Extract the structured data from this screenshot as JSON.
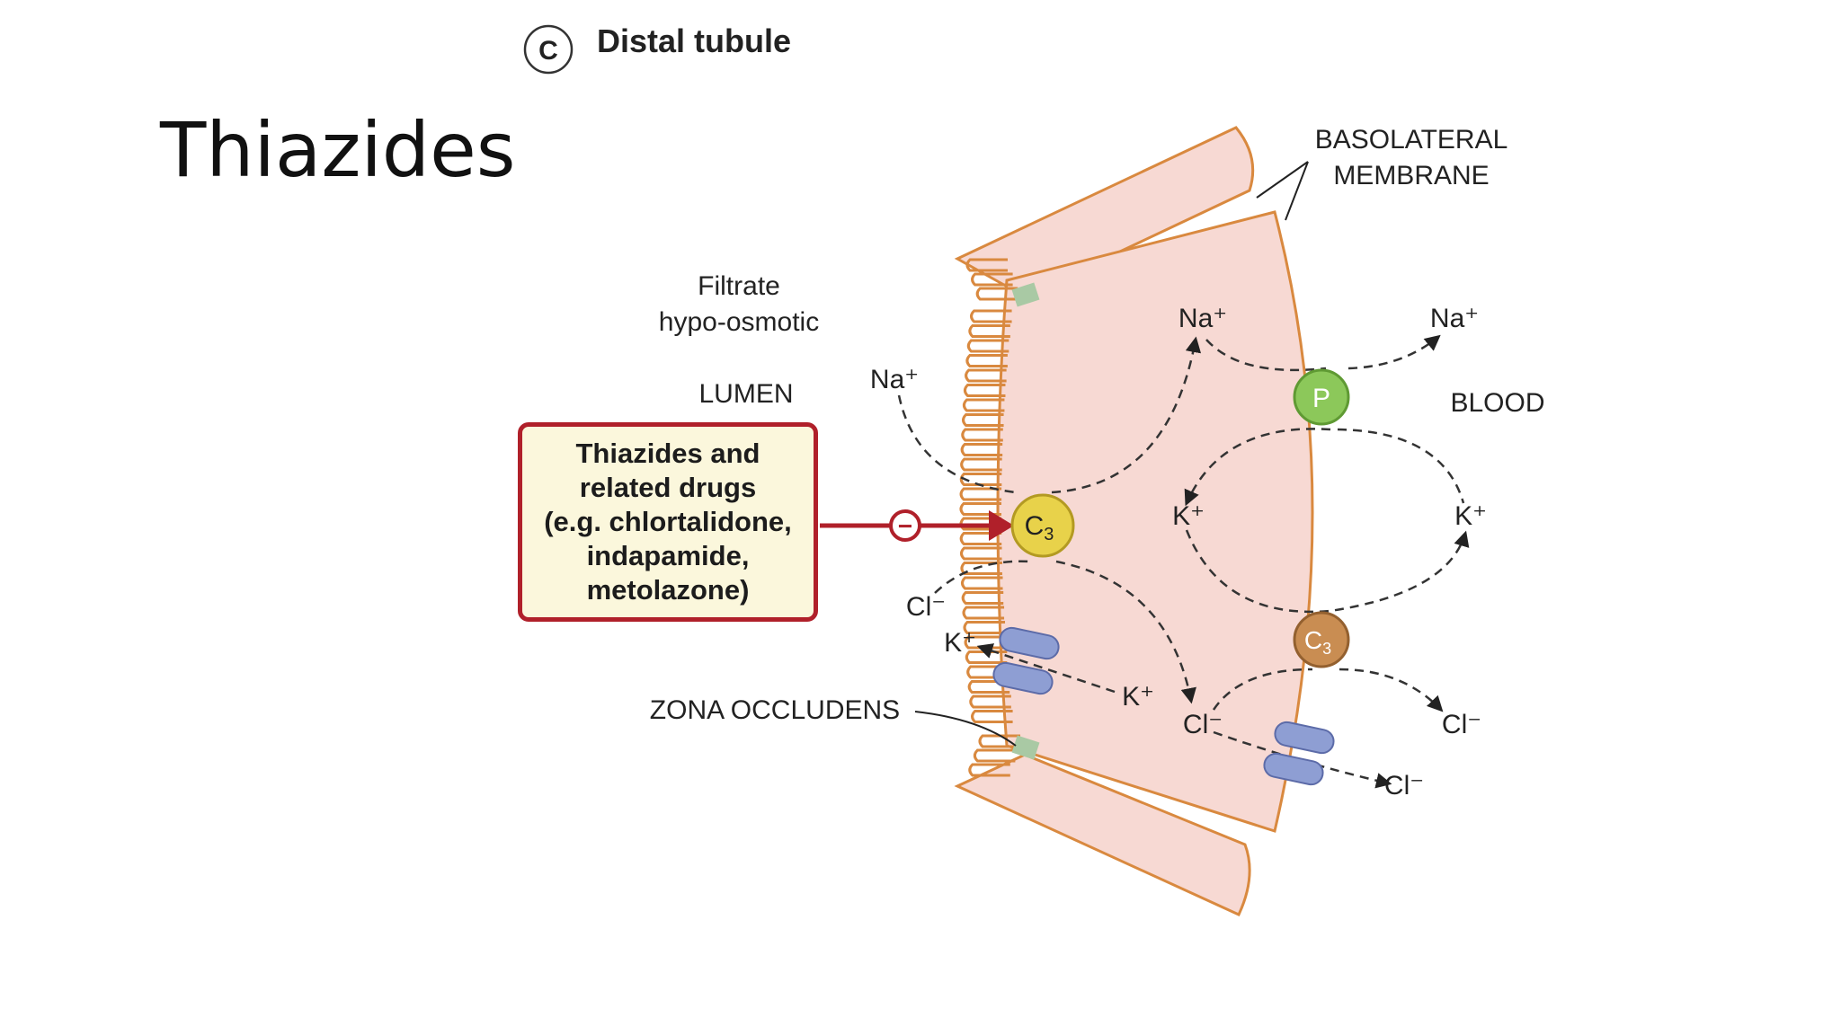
{
  "slide": {
    "title": "Thiazides"
  },
  "panel": {
    "letter": "C",
    "title": "Distal tubule"
  },
  "labels": {
    "basolateral_line1": "BASOLATERAL",
    "basolateral_line2": "MEMBRANE",
    "filtrate_line1": "Filtrate",
    "filtrate_line2": "hypo-osmotic",
    "lumen": "LUMEN",
    "blood": "BLOOD",
    "zona": "ZONA OCCLUDENS"
  },
  "drug_box": {
    "lines": [
      "Thiazides and",
      "related drugs",
      "(e.g. chlortalidone,",
      "indapamide,",
      "metolazone)"
    ]
  },
  "inhibit_symbol": "−",
  "transporters": {
    "c3_apical": "C",
    "c3_apical_sub": "3",
    "pump": "P",
    "c3_basal": "C",
    "c3_basal_sub": "3"
  },
  "ions": {
    "na_lumen": "Na⁺",
    "na_cell": "Na⁺",
    "na_blood": "Na⁺",
    "k_cell": "K⁺",
    "k_blood": "K⁺",
    "cl_lumen": "Cl⁻",
    "k_lumen": "K⁺",
    "k_cell_low": "K⁺",
    "cl_cell": "Cl⁻",
    "cl_blood_1": "Cl⁻",
    "cl_blood_2": "Cl⁻"
  },
  "colors": {
    "cell_fill": "#f7d9d3",
    "membrane": "#d9893f",
    "drug_border": "#b0202a",
    "drug_fill": "#fbf7dc",
    "c3_apical": "#e8d24a",
    "pump": "#8cc85a",
    "c3_basal": "#c98d52",
    "channel": "#8e9ed3",
    "junction": "#a9c9a4"
  }
}
